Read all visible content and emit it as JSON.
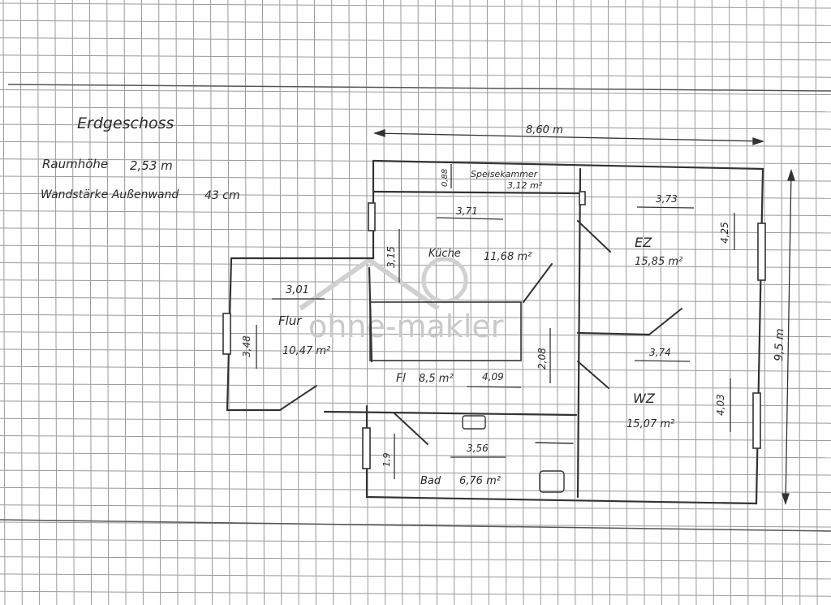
{
  "header": {
    "title": "Erdgeschoss",
    "ceiling_height_label": "Raumhöhe",
    "ceiling_height_value": "2,53 m",
    "wall_label": "Wandstärke Außenwand",
    "wall_value": "43 cm"
  },
  "watermark": {
    "text": "ohne-makler"
  },
  "rooms": {
    "speisekammer": {
      "name": "Speisekammer",
      "area": "3,12 m²"
    },
    "kueche": {
      "name": "Küche",
      "area": "11,68 m²"
    },
    "ez": {
      "name": "EZ",
      "area": "15,85 m²"
    },
    "flur_west": {
      "name": "Flur",
      "area": "10,47 m²"
    },
    "fl_center": {
      "name": "Fl",
      "area": "8,5 m²"
    },
    "wz": {
      "name": "WZ",
      "area": "15,07 m²"
    },
    "bad": {
      "name": "Bad",
      "area": "6,76 m²"
    }
  },
  "dimensions": {
    "total_width": "8,60 m",
    "total_height": "9,5 m",
    "speise_depth": "0,88",
    "kueche_width": "3,71",
    "kueche_depth": "3,15",
    "ez_width": "3,73",
    "ez_depth": "4,25",
    "flur_width": "3,01",
    "flur_depth": "3,48",
    "wz_width": "3,74",
    "wz_depth": "4,03",
    "fl_width": "4,09",
    "fl_depth": "2,08",
    "bad_width": "3,56",
    "bad_depth": "1,9"
  },
  "colors": {
    "ink": "#2a2a2a",
    "grid": "#9a9a9a",
    "paper": "#ffffff",
    "watermark": "#c9c9c9"
  }
}
